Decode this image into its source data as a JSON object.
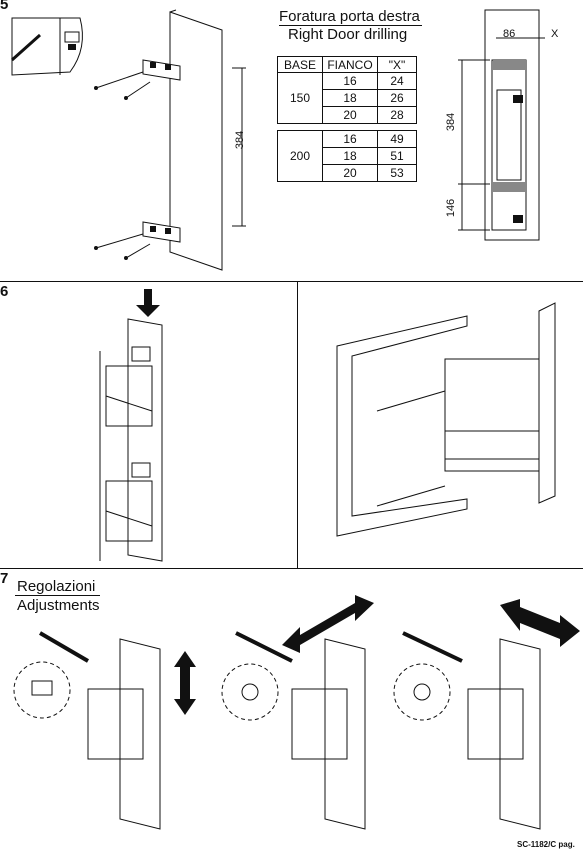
{
  "steps": {
    "s5": "5",
    "s6": "6",
    "s7": "7"
  },
  "drilling": {
    "title_it": "Foratura porta destra",
    "title_en": "Right Door drilling",
    "headers": [
      "BASE",
      "FIANCO",
      "\"X\""
    ],
    "groups": [
      {
        "base": "150",
        "rows": [
          [
            "16",
            "24"
          ],
          [
            "18",
            "26"
          ],
          [
            "20",
            "28"
          ]
        ]
      },
      {
        "base": "200",
        "rows": [
          [
            "16",
            "49"
          ],
          [
            "18",
            "51"
          ],
          [
            "20",
            "53"
          ]
        ]
      }
    ]
  },
  "dims": {
    "door_height": "384",
    "side_width": "86",
    "x_label": "X",
    "side_384": "384",
    "side_146": "146"
  },
  "adjust": {
    "title_it": "Regolazioni",
    "title_en": "Adjustments"
  },
  "footer": {
    "ref": "SC-1182/C pag."
  }
}
